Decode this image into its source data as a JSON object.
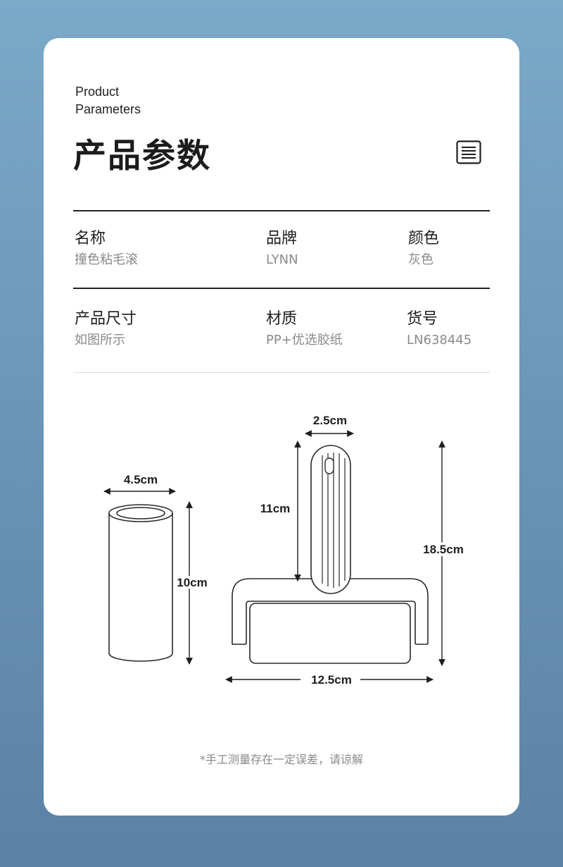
{
  "header": {
    "en_title_line1": "Product",
    "en_title_line2": "Parameters",
    "zh_title": "产品参数"
  },
  "params": [
    {
      "label": "名称",
      "value": "撞色粘毛滚"
    },
    {
      "label": "品牌",
      "value": "LYNN"
    },
    {
      "label": "颜色",
      "value": "灰色"
    },
    {
      "label": "产品尺寸",
      "value": "如图所示"
    },
    {
      "label": "材质",
      "value": "PP+优选胶纸"
    },
    {
      "label": "货号",
      "value": "LN638445"
    }
  ],
  "dimensions": {
    "refill_width": "4.5cm",
    "refill_height": "10cm",
    "handle_width": "2.5cm",
    "handle_height": "11cm",
    "total_height": "18.5cm",
    "roller_width": "12.5cm"
  },
  "footnote": "*手工测量存在一定误差，请谅解",
  "colors": {
    "background": "#6f9bbd",
    "card": "#ffffff",
    "text_dark": "#1e1e1e",
    "text_muted": "#8a8a8a"
  },
  "icons": {
    "menu": "document-lines-icon"
  }
}
